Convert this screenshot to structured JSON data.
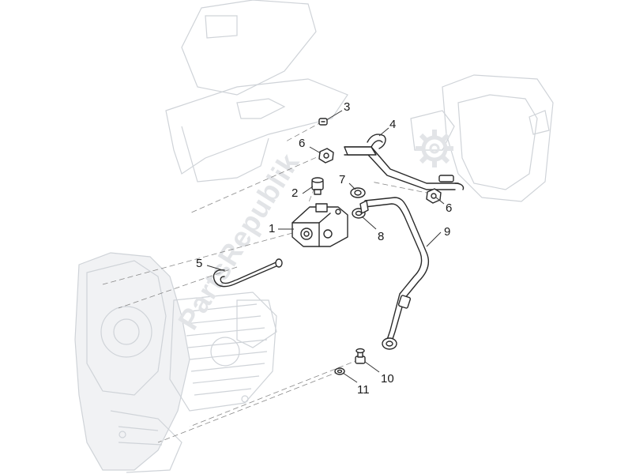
{
  "watermark": "PartsRepublik",
  "callouts": [
    {
      "id": "1",
      "label": "1"
    },
    {
      "id": "2",
      "label": "2"
    },
    {
      "id": "3",
      "label": "3"
    },
    {
      "id": "4",
      "label": "4"
    },
    {
      "id": "5",
      "label": "5"
    },
    {
      "id": "6a",
      "label": "6"
    },
    {
      "id": "6b",
      "label": "6"
    },
    {
      "id": "7",
      "label": "7"
    },
    {
      "id": "8",
      "label": "8"
    },
    {
      "id": "9",
      "label": "9"
    },
    {
      "id": "10",
      "label": "10"
    },
    {
      "id": "11",
      "label": "11"
    }
  ],
  "colors": {
    "ink": "#2a2a2a",
    "ghost": "#cfd3d8",
    "watermark": "#e2e4e7"
  }
}
